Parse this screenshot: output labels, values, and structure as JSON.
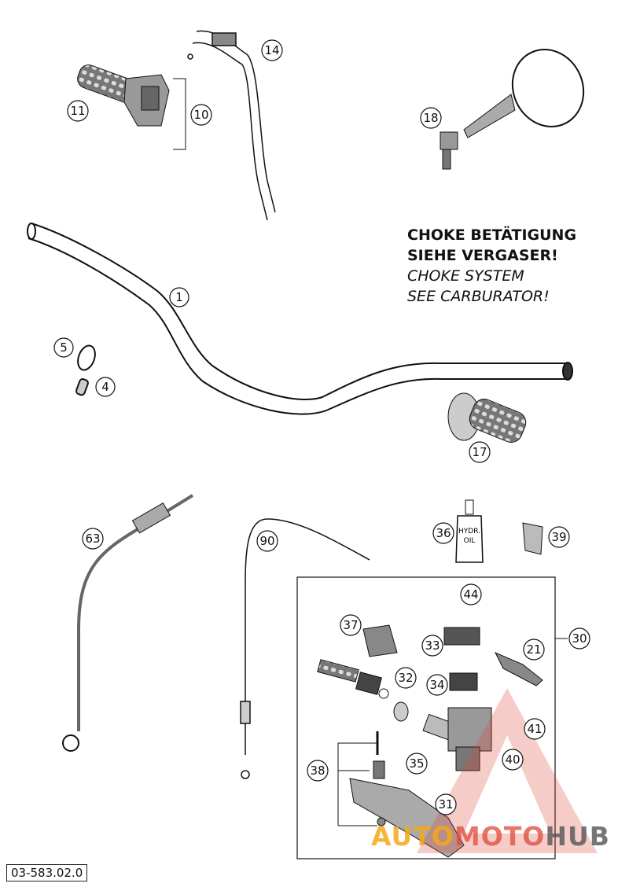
{
  "notes": {
    "line1": "CHOKE BETÄTIGUNG",
    "line2": "SIEHE VERGASER!",
    "line3": "CHOKE SYSTEM",
    "line4": "SEE CARBURATOR!"
  },
  "document_number": "03-583.02.0",
  "watermark": {
    "part1": "AUTO",
    "part2": "MOTO",
    "part3": "HUB"
  },
  "oil_label": {
    "l1": "HYDR.",
    "l2": "OIL"
  },
  "callouts": [
    "1",
    "4",
    "5",
    "10",
    "11",
    "14",
    "17",
    "18",
    "21",
    "30",
    "31",
    "32",
    "33",
    "34",
    "35",
    "36",
    "37",
    "38",
    "39",
    "40",
    "41",
    "44",
    "63",
    "90"
  ],
  "colors": {
    "line": "#111111",
    "watermark_red": "#e0483a",
    "watermark_orange": "#f4a81b"
  }
}
